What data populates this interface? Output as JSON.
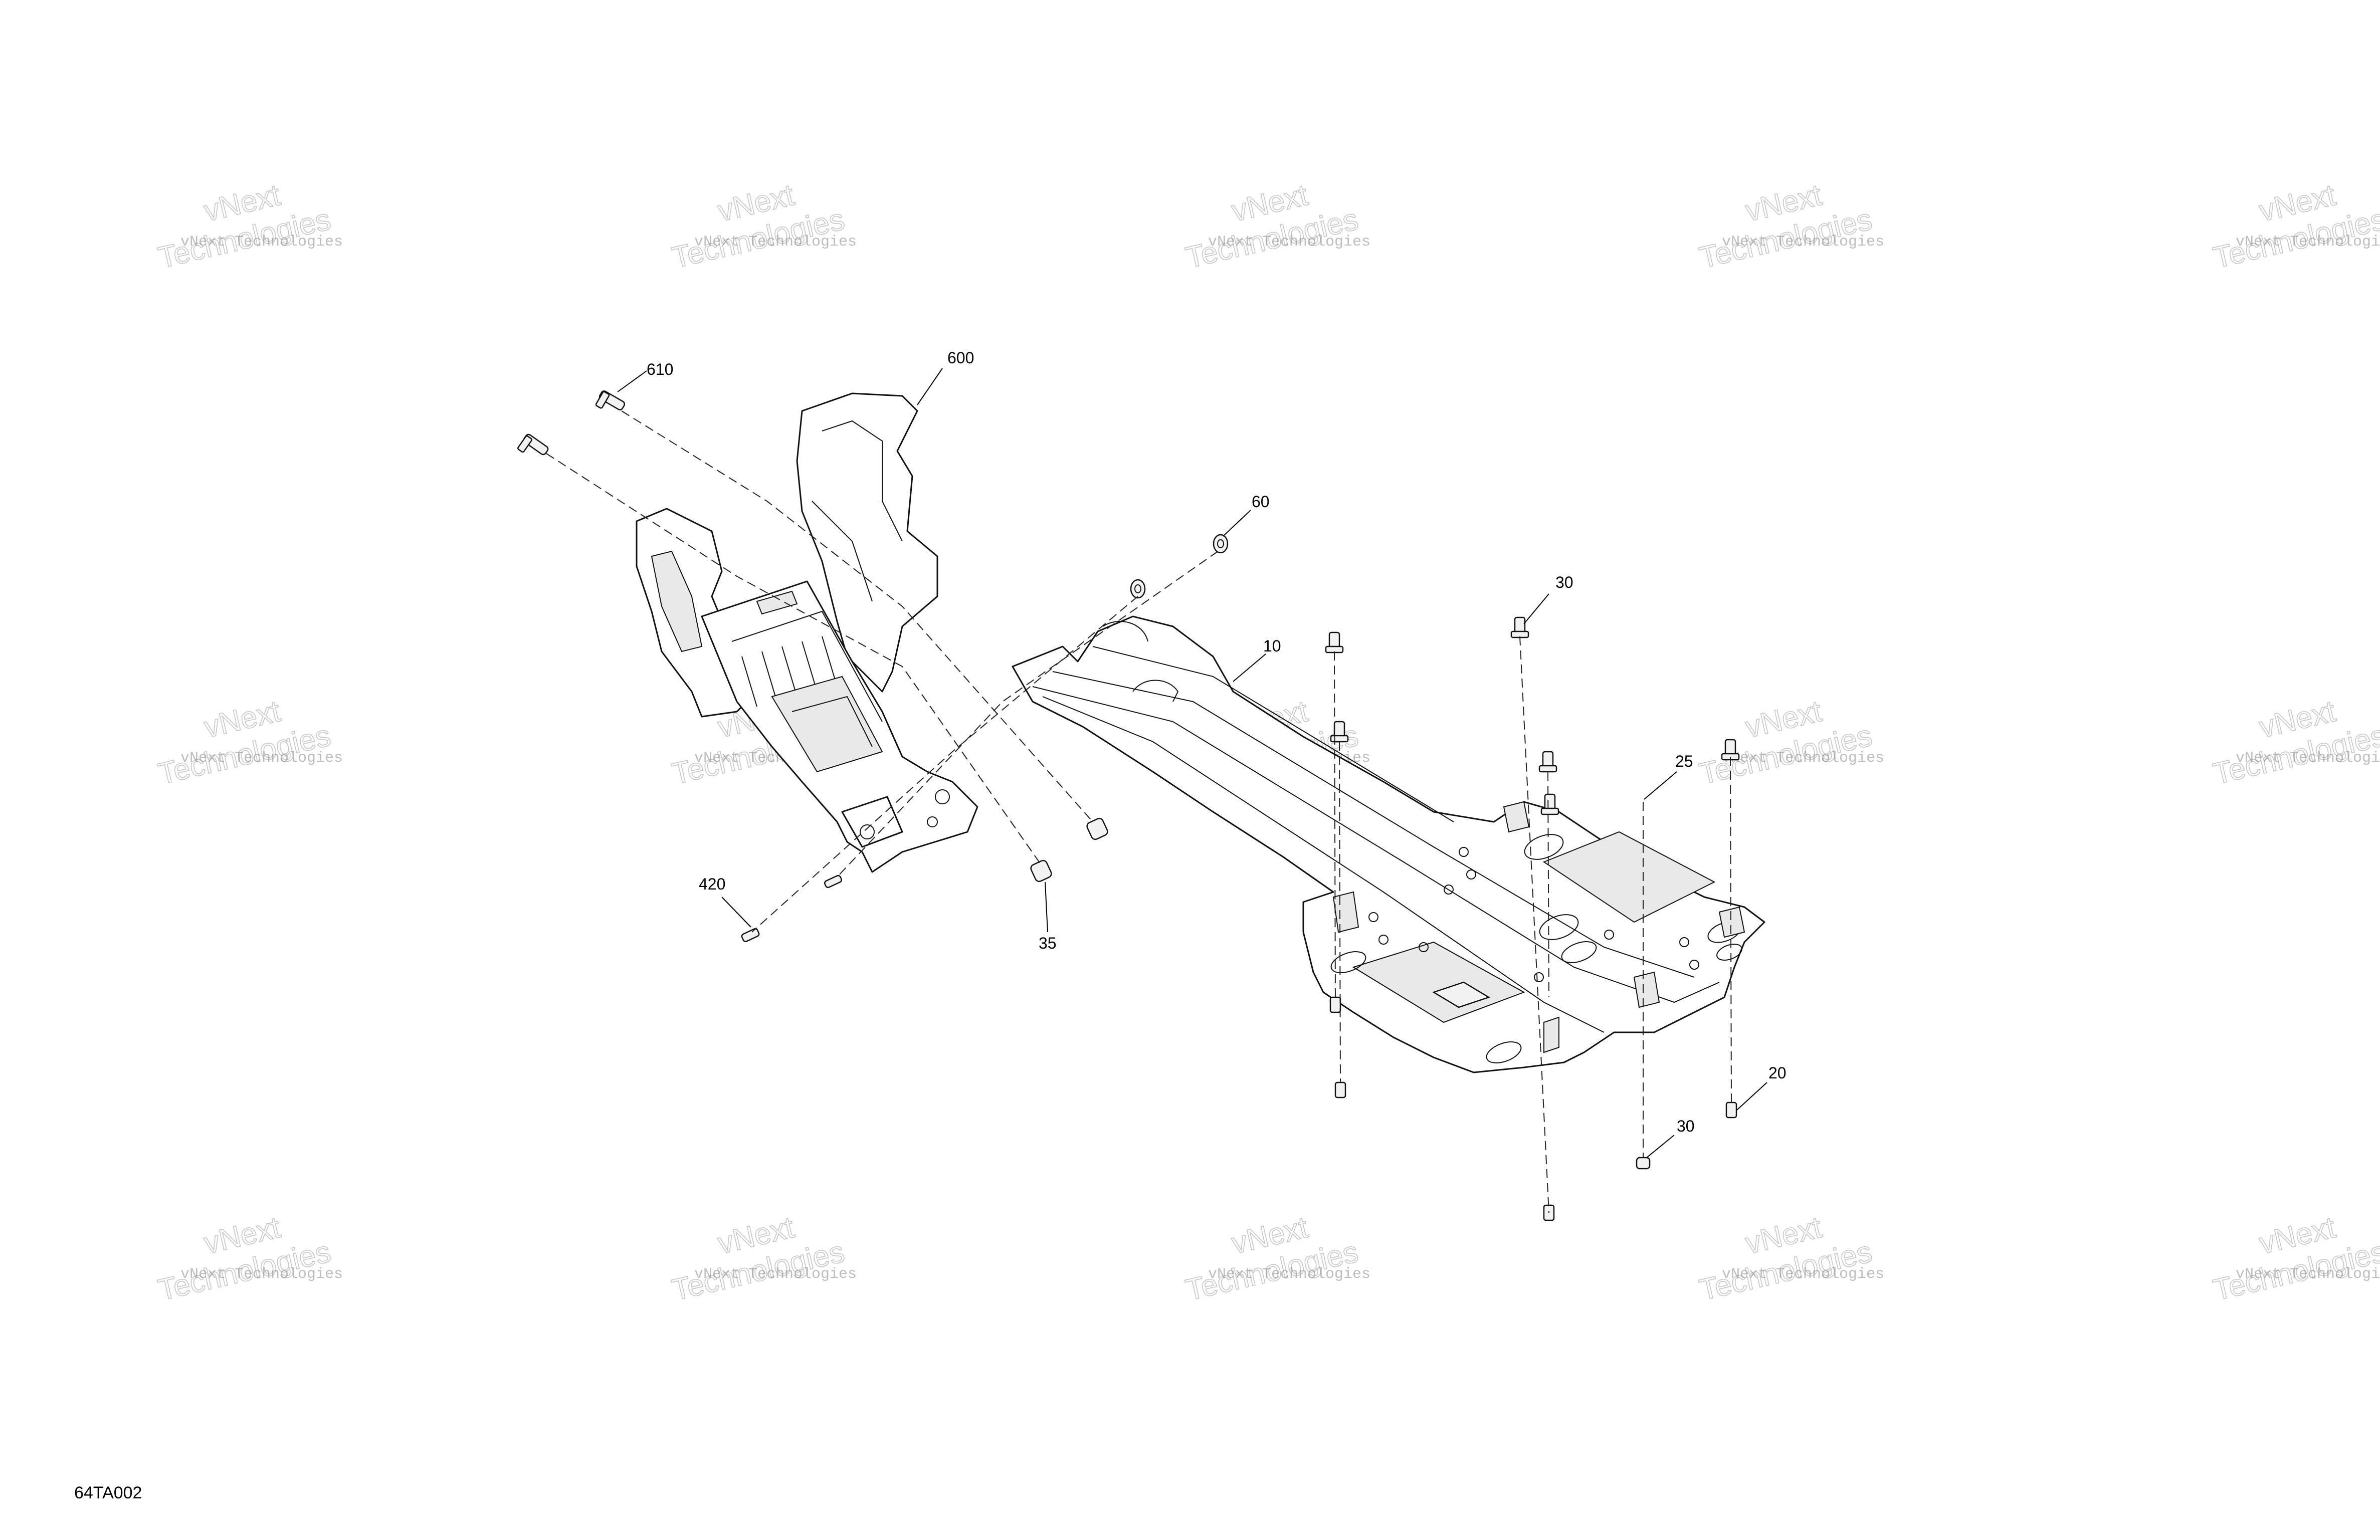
{
  "diagram_code": "64TA002",
  "watermark": {
    "line1": "vNext Technologies",
    "line2_top": "vNext",
    "line2_bottom": "Technologies"
  },
  "callouts": {
    "c610": "610",
    "c600": "600",
    "c60": "60",
    "c30_top": "30",
    "c10": "10",
    "c25": "25",
    "c420": "420",
    "c35": "35",
    "c20": "20",
    "c30_bottom": "30"
  }
}
